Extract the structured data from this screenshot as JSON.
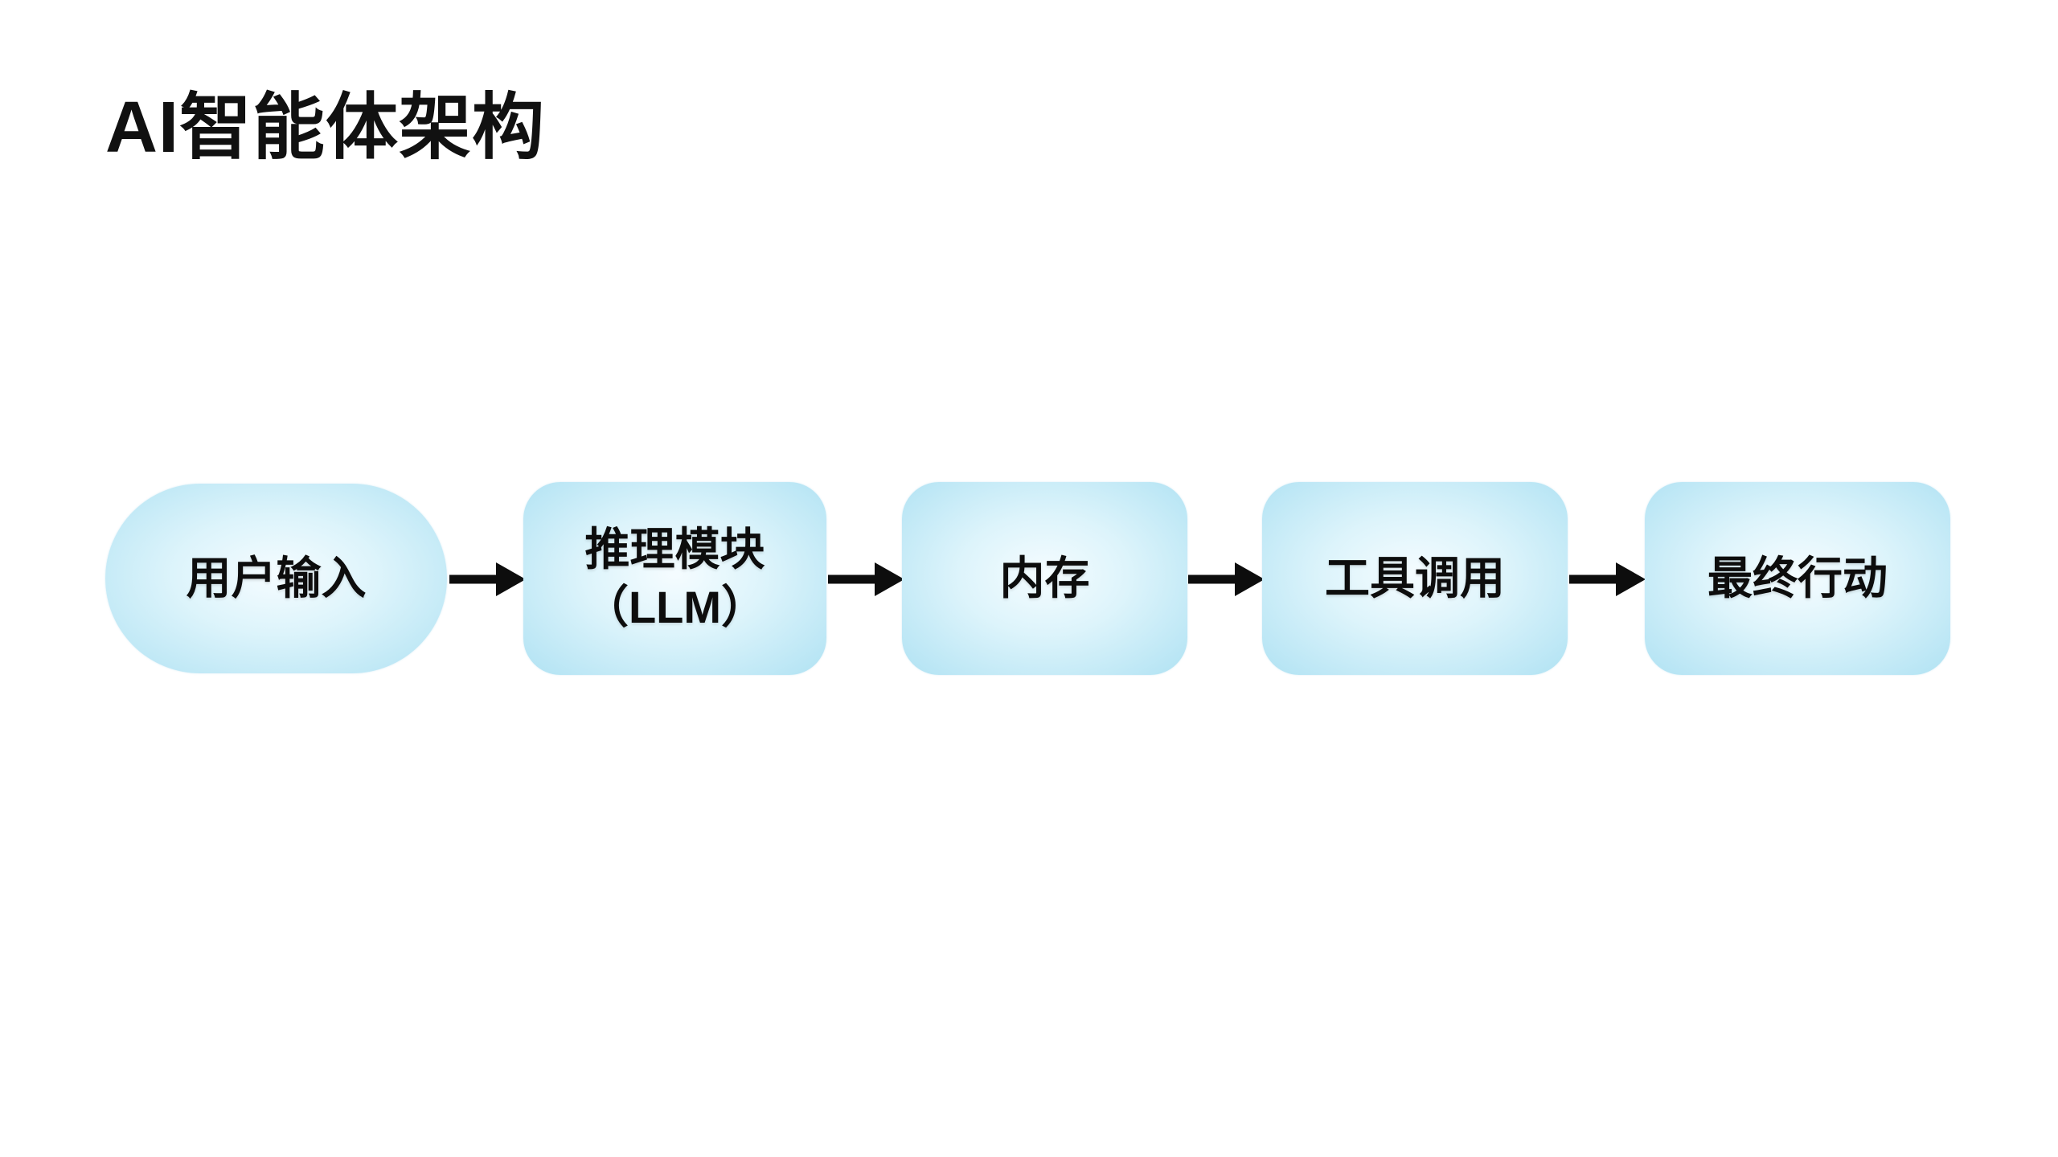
{
  "page": {
    "title": "AI智能体架构"
  },
  "colors": {
    "background": "#ffffff",
    "node_fill_center": "#f5fcff",
    "node_fill_edge": "#b0e2f3",
    "text": "#111111",
    "arrow": "#0d0d0d"
  },
  "diagram": {
    "type": "flowchart",
    "direction": "left-to-right",
    "nodes": [
      {
        "id": "user-input",
        "shape": "stadium",
        "label": "用户输入"
      },
      {
        "id": "reasoning-module",
        "shape": "rounded-rect",
        "label": "推理模块（LLM）",
        "line1": "推理模块",
        "line2": "（LLM）"
      },
      {
        "id": "memory",
        "shape": "rounded-rect",
        "label": "内存"
      },
      {
        "id": "tool-calling",
        "shape": "rounded-rect",
        "label": "工具调用"
      },
      {
        "id": "final-action",
        "shape": "rounded-rect",
        "label": "最终行动"
      }
    ],
    "edges": [
      {
        "from": "user-input",
        "to": "reasoning-module"
      },
      {
        "from": "reasoning-module",
        "to": "memory"
      },
      {
        "from": "memory",
        "to": "tool-calling"
      },
      {
        "from": "tool-calling",
        "to": "final-action"
      }
    ]
  }
}
